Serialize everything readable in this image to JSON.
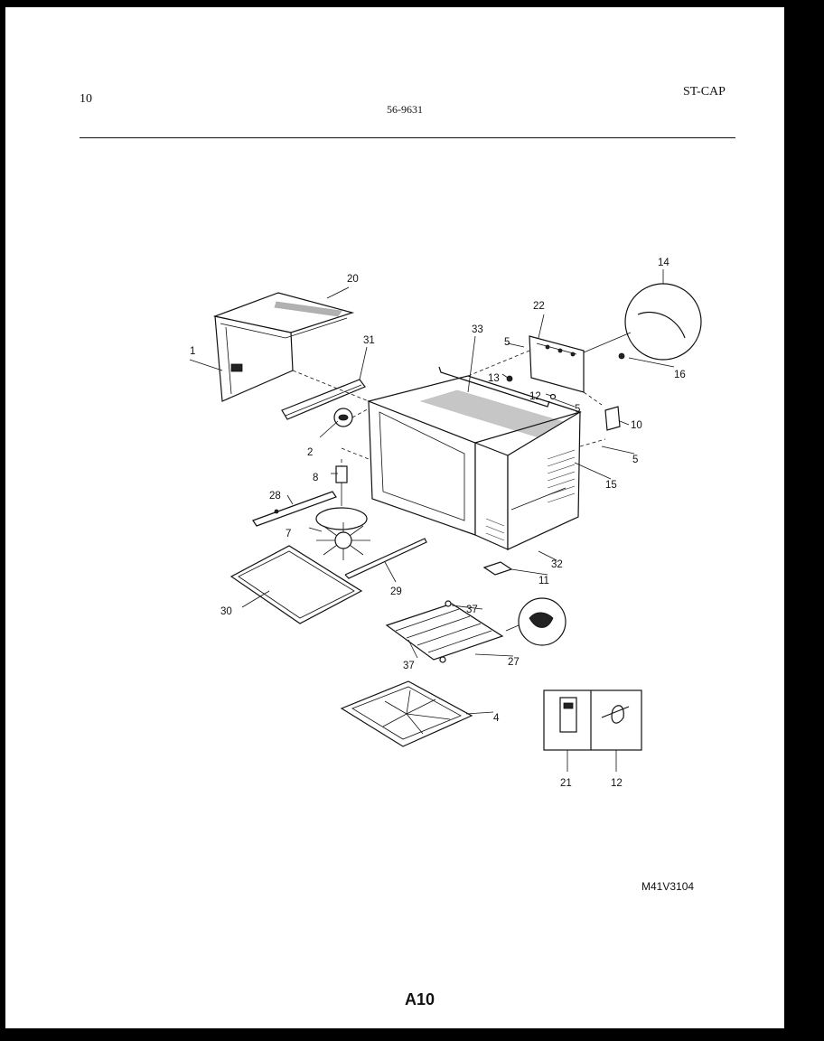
{
  "header": {
    "page_number": "10",
    "catalog_number": "56-9631",
    "model_code": "ST-CAP"
  },
  "callouts": {
    "c1": "1",
    "c20": "20",
    "c31": "31",
    "c33": "33",
    "c22": "22",
    "c14": "14",
    "c5_top": "5",
    "c13": "13",
    "c12_top": "12",
    "c16": "16",
    "c5_mid": "5",
    "c10": "10",
    "c5_right": "5",
    "c15": "15",
    "c2": "2",
    "c8": "8",
    "c28": "28",
    "c7": "7",
    "c32": "32",
    "c11": "11",
    "c29": "29",
    "c30": "30",
    "c37_top": "37",
    "c37_bottom": "37",
    "c27": "27",
    "c4": "4",
    "c21": "21",
    "c12_bottom": "12"
  },
  "footer": {
    "drawing_code": "M41V3104",
    "page_code": "A10"
  }
}
